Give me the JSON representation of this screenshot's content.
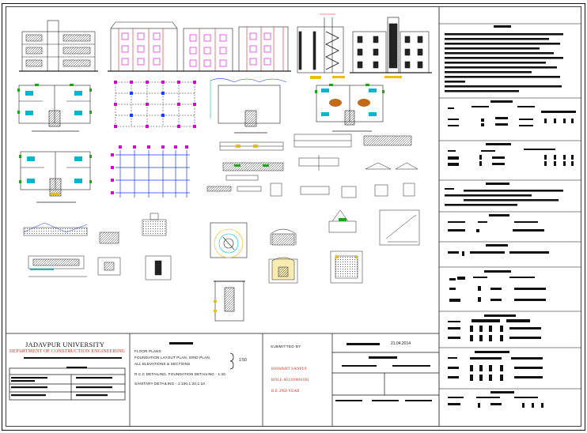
{
  "title_block": {
    "university": "JADAVPUR UNIVERSITY",
    "department": "DEPARTMENT OF CONSTRUCTION ENGINEERING",
    "drawing_list": [
      "FLOOR PLANS",
      "FOUNDATION LAYOUT PLAN, GRID PLAN,",
      "ALL ELEVATIONS & SECTIONS",
      "R.C.C DETAILING, FOUNDATION DETAILING - 1:20",
      "SANITARY DETAILING - 1:100,1:20,1:10"
    ],
    "scale": "1:50",
    "submitted_label": "SUBMITTED BY",
    "student_name": "BISWAJIT SANFUI",
    "roll": "ROLL-001210601001",
    "year": "B.E 2ND YEAR",
    "date": "21.04.2014"
  },
  "colors": {
    "line": "#111111",
    "red": "#d62b1a",
    "magenta": "#d400d4",
    "blue": "#1a3cff",
    "cyan": "#00b7d0",
    "yellow": "#e8c000",
    "green": "#19a619"
  }
}
